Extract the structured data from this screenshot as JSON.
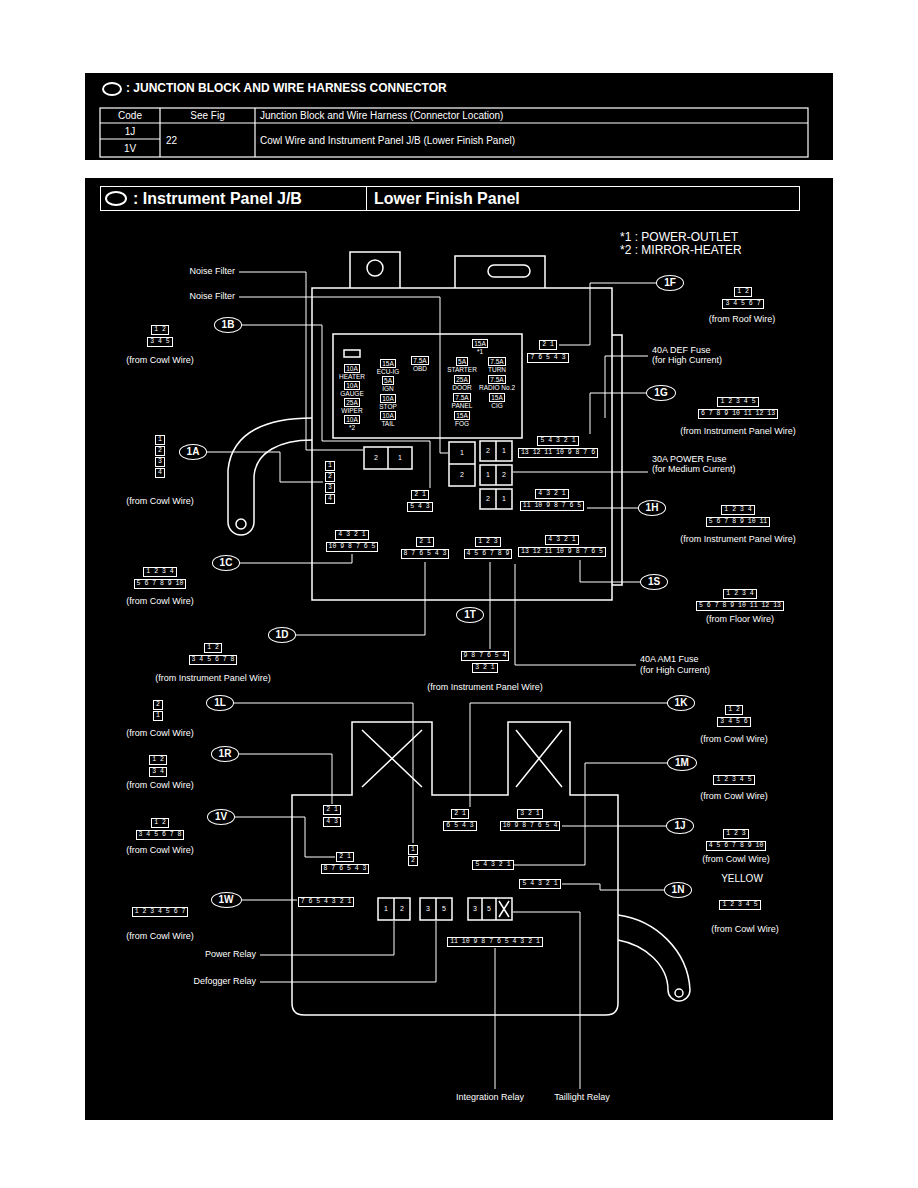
{
  "diagram": {
    "nodes": [
      {
        "text": [
          ": Instrument Panel J/B"
        ]
      },
      {
        "text": [
          "Lower Finish Panel"
        ]
      },
      {
        "text": [
          "1F"
        ]
      },
      {
        "text": [
          "1B"
        ]
      },
      {
        "text": [
          "1G"
        ]
      },
      {
        "text": [
          "1A"
        ]
      },
      {
        "text": [
          "1H"
        ]
      },
      {
        "text": [
          "1C"
        ]
      },
      {
        "text": [
          "1S"
        ]
      },
      {
        "text": [
          "1T"
        ]
      },
      {
        "text": [
          "1D"
        ]
      },
      {
        "text": [
          "1L"
        ]
      },
      {
        "text": [
          "1K"
        ]
      },
      {
        "text": [
          "1R"
        ]
      },
      {
        "text": [
          "1M"
        ]
      },
      {
        "text": [
          "1V"
        ]
      },
      {
        "text": [
          "1J"
        ]
      },
      {
        "text": [
          "1N"
        ]
      },
      {
        "text": [
          "1W"
        ]
      }
    ],
    "labels": [
      ": JUNCTION BLOCK AND WIRE HARNESS CONNECTOR",
      "Code",
      "See Fig",
      "Junction Block and Wire Harness (Connector Location)",
      "1J",
      "1V",
      "22",
      "Cowl Wire and Instrument Panel J/B (Lower Finish Panel)",
      "*1 : POWER-OUTLET",
      "*2 : MIRROR-HEATER",
      "Noise Filter",
      "Noise Filter",
      "40A DEF Fuse",
      "(for High Current)",
      "30A POWER Fuse",
      "(for Medium Current)",
      "40A AM1 Fuse",
      "(for High Current)",
      "(from Roof Wire)",
      "(from Cowl Wire)",
      "(from Cowl Wire)",
      "(from Instrument Panel Wire)",
      "(from Instrument Panel Wire)",
      "(from Cowl Wire)",
      "(from Floor Wire)",
      "(from Instrument Panel Wire)",
      "(from Instrument Panel Wire)",
      "(from Cowl Wire)",
      "(from Cowl Wire)",
      "(from Cowl Wire)",
      "(from Cowl Wire)",
      "(from Cowl Wire)",
      "(from Cowl Wire)",
      "YELLOW",
      "(from Cowl Wire)",
      "(from Cowl Wire)",
      "Power Relay",
      "Defogger Relay",
      "Integration Relay",
      "Taillight Relay",
      "15A",
      "*1",
      "10A",
      "HEATER",
      "10A",
      "GAUGE",
      "25A",
      "WIPER",
      "10A",
      "*2",
      "15A",
      "ECU-IG",
      "5A",
      "IGN",
      "10A",
      "STOP",
      "10A",
      "TAIL",
      "7.5A",
      "OBD",
      "5A",
      "STARTER",
      "25A",
      "DOOR",
      "7.5A",
      "PANEL",
      "15A",
      "FOG",
      "7.5A",
      "TURN",
      "7.5A",
      "RADIO No.2",
      "15A",
      "CIG",
      "2",
      "1",
      "1",
      "2",
      "2",
      "1",
      "1",
      "2",
      "2",
      "1",
      "2 1",
      "7 6 5 4 3",
      "5 4 3 2 1",
      "13 12 11 10 9 8 7 6",
      "4 3 2 1",
      "11 10 9 8 7 6 5",
      "4 3 2 1",
      "13 12 11 10 9 8 7 6 5",
      "1 2 3",
      "4 5 6 7 8 9",
      "2 1",
      "8 7 6 5 4 3",
      "4 3 2 1",
      "10 9 8 7 6 5",
      "2 1",
      "5 4 3",
      "1",
      "2",
      "3",
      "4",
      "1 2",
      "3 4 5 6 7",
      "1 2",
      "3 4 5",
      "1",
      "2",
      "3",
      "4",
      "1 2 3 4 5",
      "6 7 8 9 10 11 12 13",
      "1 2 3 4",
      "5 6 7 8 9 10 11",
      "1 2 3 4",
      "5 6 7 8 9 10",
      "1 2 3 4",
      "5 6 7 8 9 10 11 12 13",
      "9 8 7 6 5 4",
      "3 2 1",
      "1 2",
      "3 4 5 6 7 8",
      "2 1",
      "4 3",
      "1",
      "2",
      "2 1",
      "6 5 4 3",
      "3 2 1",
      "10 9 8 7 6 5 4",
      "2 1",
      "8 7 6 5 4 3",
      "5 4 3 2 1",
      "5 4 3 2 1",
      "7 6 5 4 3 2 1",
      "1",
      "2",
      "3",
      "5",
      "3",
      "5",
      "11 10 9 8 7 6 5 4 3 2 1",
      "2",
      "1",
      "1 2",
      "3 4",
      "1 2",
      "3 4 5 6 7 8",
      "1 2 3 4 5 6 7",
      "1 2",
      "3 4 5 6",
      "1 2 3 4 5",
      "1 2 3",
      "4 5 6 7 8 9 10",
      "1 2 3 4 5"
    ]
  }
}
